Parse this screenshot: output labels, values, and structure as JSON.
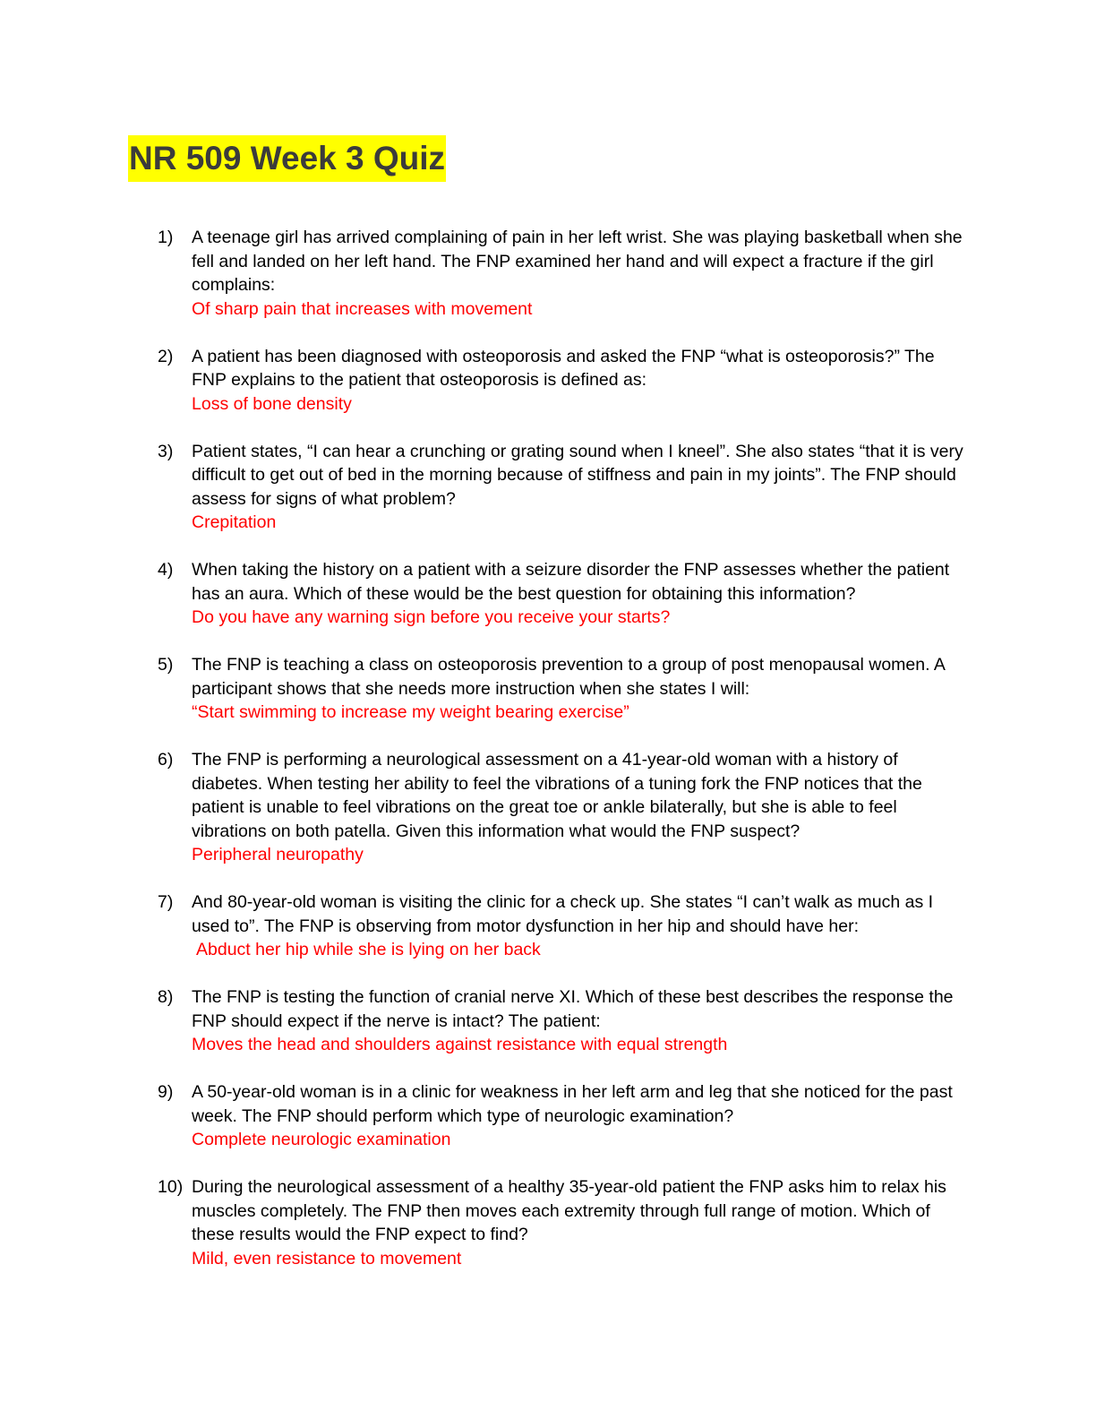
{
  "document": {
    "title": "NR 509 Week 3 Quiz",
    "colors": {
      "title_highlight": "#ffff00",
      "answer_text": "#ff0000"
    }
  },
  "questions": [
    {
      "number": "1)",
      "text": "A teenage girl has arrived complaining of pain in her left wrist. She was playing basketball when she fell and landed on her left hand. The FNP examined her hand and will expect a fracture if the girl complains:",
      "answer": "Of sharp pain that increases with movement"
    },
    {
      "number": "2)",
      "text": "A patient has been diagnosed with osteoporosis and asked the FNP “what is osteoporosis?” The FNP explains to the patient that osteoporosis is defined as:",
      "answer": "Loss of bone density"
    },
    {
      "number": "3)",
      "text": "Patient states, “I can hear a crunching or grating sound when I kneel”. She also states “that it is very difficult to get out of bed in the morning because of stiffness and pain in my joints”. The FNP should assess for signs of what problem?",
      "answer": "Crepitation"
    },
    {
      "number": "4)",
      "text": "When taking the history on a patient with a seizure disorder the FNP assesses whether the patient has an aura. Which of these would be the best question for obtaining this information?",
      "answer": "Do you have any warning sign before you receive your starts?"
    },
    {
      "number": "5)",
      "text": "The FNP is teaching a class on osteoporosis prevention to a group of post menopausal women. A participant shows that she needs more instruction when she states I will:",
      "answer": "“Start swimming to increase my weight bearing exercise”"
    },
    {
      "number": "6)",
      "text": "The FNP is performing a neurological assessment on a 41-year-old woman with a history of diabetes. When testing her ability to feel the vibrations of a tuning fork the FNP notices that the patient is unable to feel vibrations on the great toe or ankle bilaterally, but she is able to feel vibrations on both patella. Given this information what would the FNP suspect?",
      "answer": "Peripheral neuropathy"
    },
    {
      "number": "7)",
      "text": "And 80-year-old woman is visiting the clinic for a check up. She states “I can’t walk as much as I used to”. The FNP is observing from motor dysfunction in her hip and should have her:",
      "answer": "Abduct her hip while she is lying on her back"
    },
    {
      "number": "8)",
      "text": "The FNP is testing the function of cranial nerve XI. Which of these best describes the response the FNP should expect if the nerve is intact? The patient:",
      "answer": "Moves the head and shoulders against resistance with equal strength"
    },
    {
      "number": "9)",
      "text": "A 50-year-old woman is in a clinic for weakness in her left arm and leg that she noticed for the past week. The FNP should perform which type of neurologic examination?",
      "answer": "Complete neurologic examination"
    },
    {
      "number": "10)",
      "text": "During the neurological assessment of a healthy 35-year-old patient the FNP asks him to relax his muscles completely. The FNP then moves each extremity through full range of motion. Which of these results would the FNP expect to find?",
      "answer": "Mild, even resistance to movement"
    }
  ]
}
